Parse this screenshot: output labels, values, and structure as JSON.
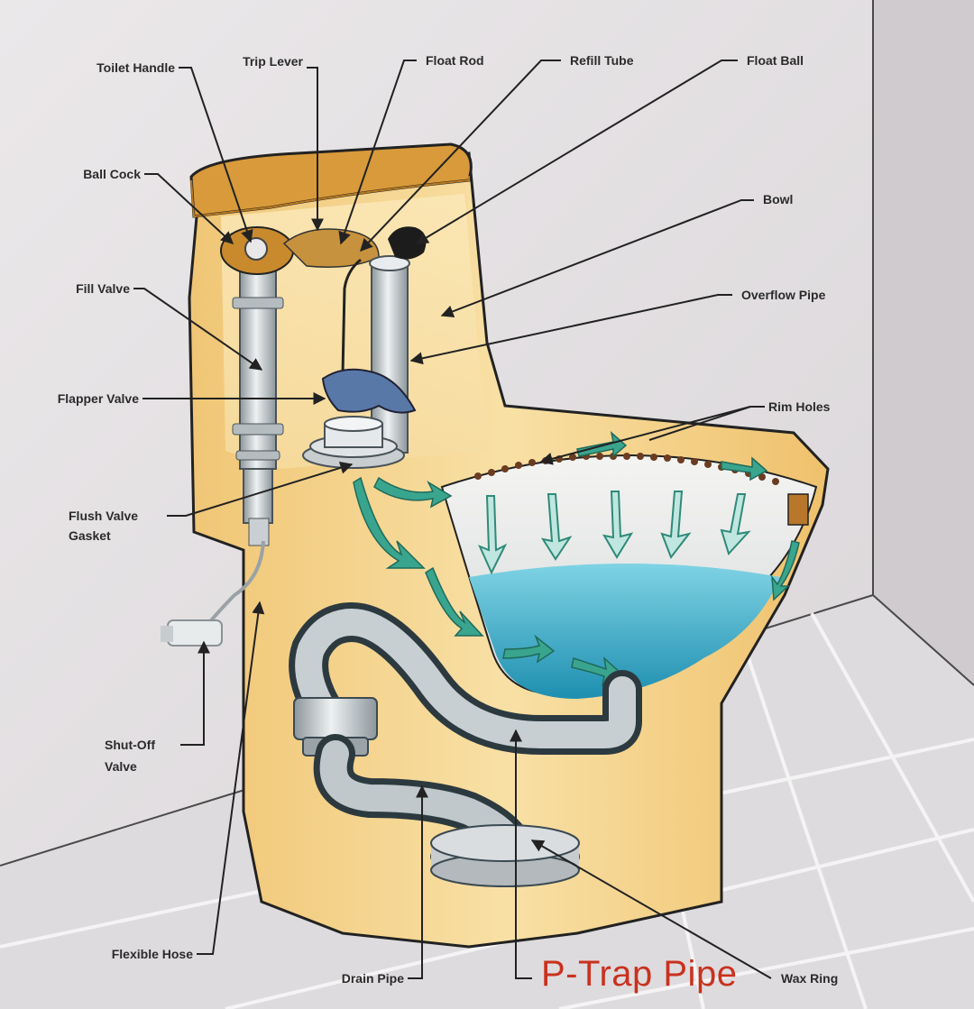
{
  "labels": {
    "toilet_handle": "Toilet Handle",
    "trip_lever": "Trip Lever",
    "float_rod": "Float Rod",
    "refill_tube": "Refill Tube",
    "float_ball": "Float Ball",
    "ball_cock": "Ball Cock",
    "bowl": "Bowl",
    "fill_valve": "Fill Valve",
    "overflow_pipe": "Overflow Pipe",
    "flapper_valve": "Flapper Valve",
    "rim_holes": "Rim Holes",
    "flush_valve_gasket_line1": "Flush Valve",
    "flush_valve_gasket_line2": "Gasket",
    "shut_off_valve_line1": "Shut-Off",
    "shut_off_valve_line2": "Valve",
    "flexible_hose": "Flexible Hose",
    "drain_pipe": "Drain Pipe",
    "p_trap_pipe": "P-Trap Pipe",
    "wax_ring": "Wax Ring"
  },
  "colors": {
    "porcelain": "#f3d591",
    "porcelain_shadow": "#e0b560",
    "tank_lid": "#d89a3a",
    "water": "#2fa6c4",
    "arrow": "#3aa58e",
    "pipe_dark": "#3b4a52",
    "pipe_light": "#c9cfd2",
    "wall": "#e4e1e3",
    "floor": "#dcdadd",
    "leader": "#222222",
    "ptrap_text": "#c8321e"
  }
}
